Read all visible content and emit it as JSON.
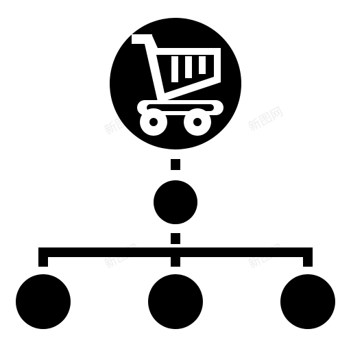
{
  "icon": {
    "name": "shopping-cart-network-icon",
    "color": "#000000",
    "background": "#ffffff"
  },
  "watermarks": [
    "新图网",
    "新图网",
    "新图网",
    "新图网"
  ]
}
